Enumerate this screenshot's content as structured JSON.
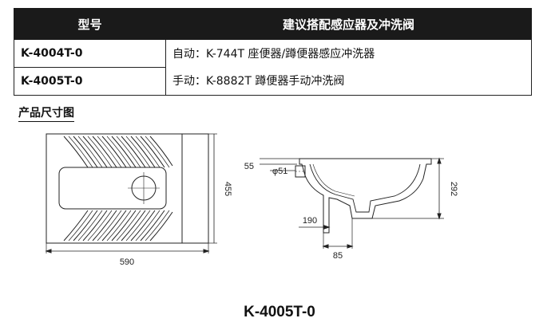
{
  "table": {
    "headers": [
      "型号",
      "建议搭配感应器及冲洗阀"
    ],
    "models": [
      "K-4004T-0",
      "K-4005T-0"
    ],
    "valves": [
      "自动：K-744T 座便器/蹲便器感应冲洗器",
      "手动：K-8882T 蹲便器手动冲洗阀"
    ]
  },
  "section_title": "产品尺寸图",
  "dimensions": {
    "top_width": "590",
    "top_height": "455",
    "side_55": "55",
    "side_dia": "φ51",
    "side_292": "292",
    "side_190": "190",
    "side_85": "85"
  },
  "caption": "K-4005T-0"
}
